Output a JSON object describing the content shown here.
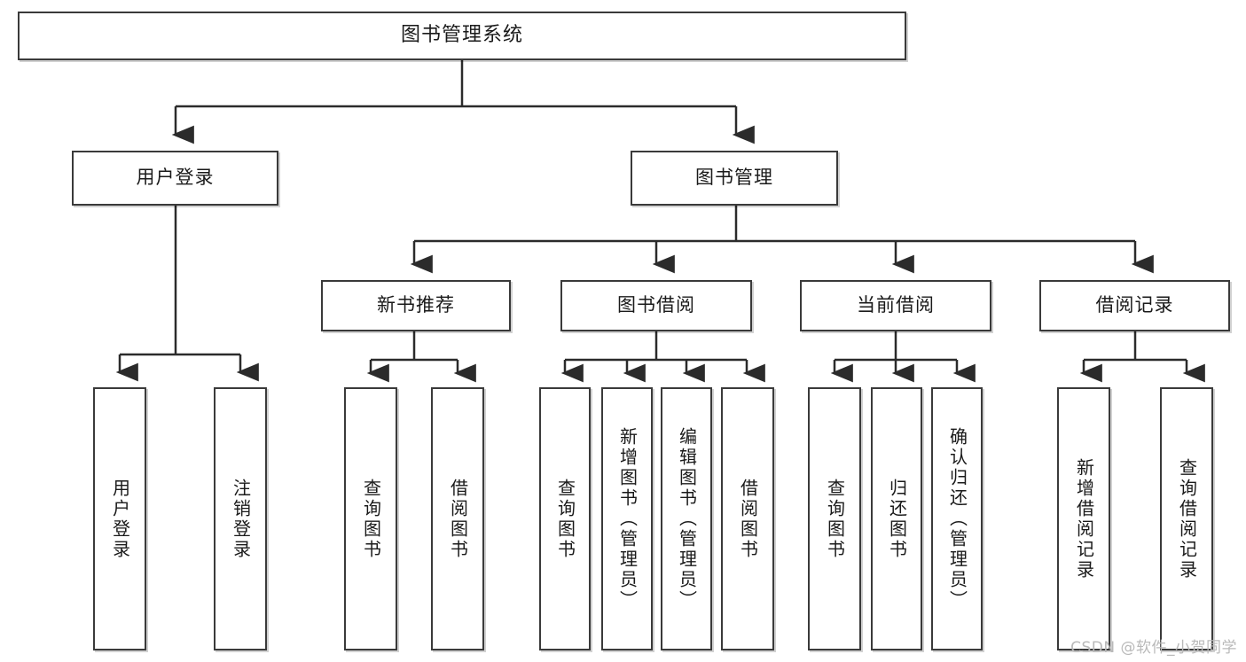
{
  "diagram": {
    "title": "图书管理系统",
    "watermark": "CSDN @软件_小贺同学",
    "type": "hierarchy-tree",
    "colors": {
      "box_border": "#3a3a3a",
      "box_fill": "#ffffff",
      "connector": "#2b2b2b",
      "text": "#1a1a1a",
      "watermark": "#b9b9b9"
    },
    "nodes": {
      "root": {
        "label": "图书管理系统"
      },
      "level2": [
        {
          "id": "user-login",
          "label": "用户登录"
        },
        {
          "id": "book-manage",
          "label": "图书管理"
        }
      ],
      "level3": [
        {
          "id": "new-book-recommend",
          "label": "新书推荐"
        },
        {
          "id": "book-borrow",
          "label": "图书借阅"
        },
        {
          "id": "current-borrow",
          "label": "当前借阅"
        },
        {
          "id": "borrow-record",
          "label": "借阅记录"
        }
      ],
      "leaves": {
        "user_login": [
          {
            "id": "leaf-user-login",
            "label": "用户登录"
          },
          {
            "id": "leaf-user-logout",
            "label": "注销登录"
          }
        ],
        "new_book_recommend": [
          {
            "id": "leaf-query-book-1",
            "label": "查询图书"
          },
          {
            "id": "leaf-borrow-book-1",
            "label": "借阅图书"
          }
        ],
        "book_borrow": [
          {
            "id": "leaf-query-book-2",
            "label": "查询图书"
          },
          {
            "id": "leaf-add-book",
            "label": "新增图书（管理员）"
          },
          {
            "id": "leaf-edit-book",
            "label": "编辑图书（管理员）"
          },
          {
            "id": "leaf-borrow-book-2",
            "label": "借阅图书"
          }
        ],
        "current_borrow": [
          {
            "id": "leaf-query-book-3",
            "label": "查询图书"
          },
          {
            "id": "leaf-return-book",
            "label": "归还图书"
          },
          {
            "id": "leaf-confirm-return",
            "label": "确认归还（管理员）"
          }
        ],
        "borrow_record": [
          {
            "id": "leaf-add-record",
            "label": "新增借阅记录"
          },
          {
            "id": "leaf-query-record",
            "label": "查询借阅记录"
          }
        ]
      }
    }
  }
}
